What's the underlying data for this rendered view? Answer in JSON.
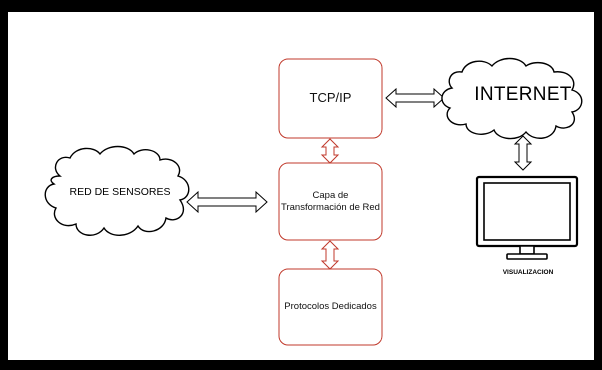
{
  "diagram": {
    "boxes": {
      "tcp": "TCP/IP",
      "capa": "Capa de Transformación de Red",
      "protocolos": "Protocolos Dedicados"
    },
    "clouds": {
      "internet": "INTERNET",
      "sensores": "RED DE SENSORES"
    },
    "monitor_label": "VISUALIZACION",
    "colors": {
      "box_border": "#c0392b",
      "frame": "#000000",
      "line": "#000000"
    },
    "icons": [
      "cloud-icon",
      "monitor-icon",
      "double-arrow-icon"
    ]
  }
}
